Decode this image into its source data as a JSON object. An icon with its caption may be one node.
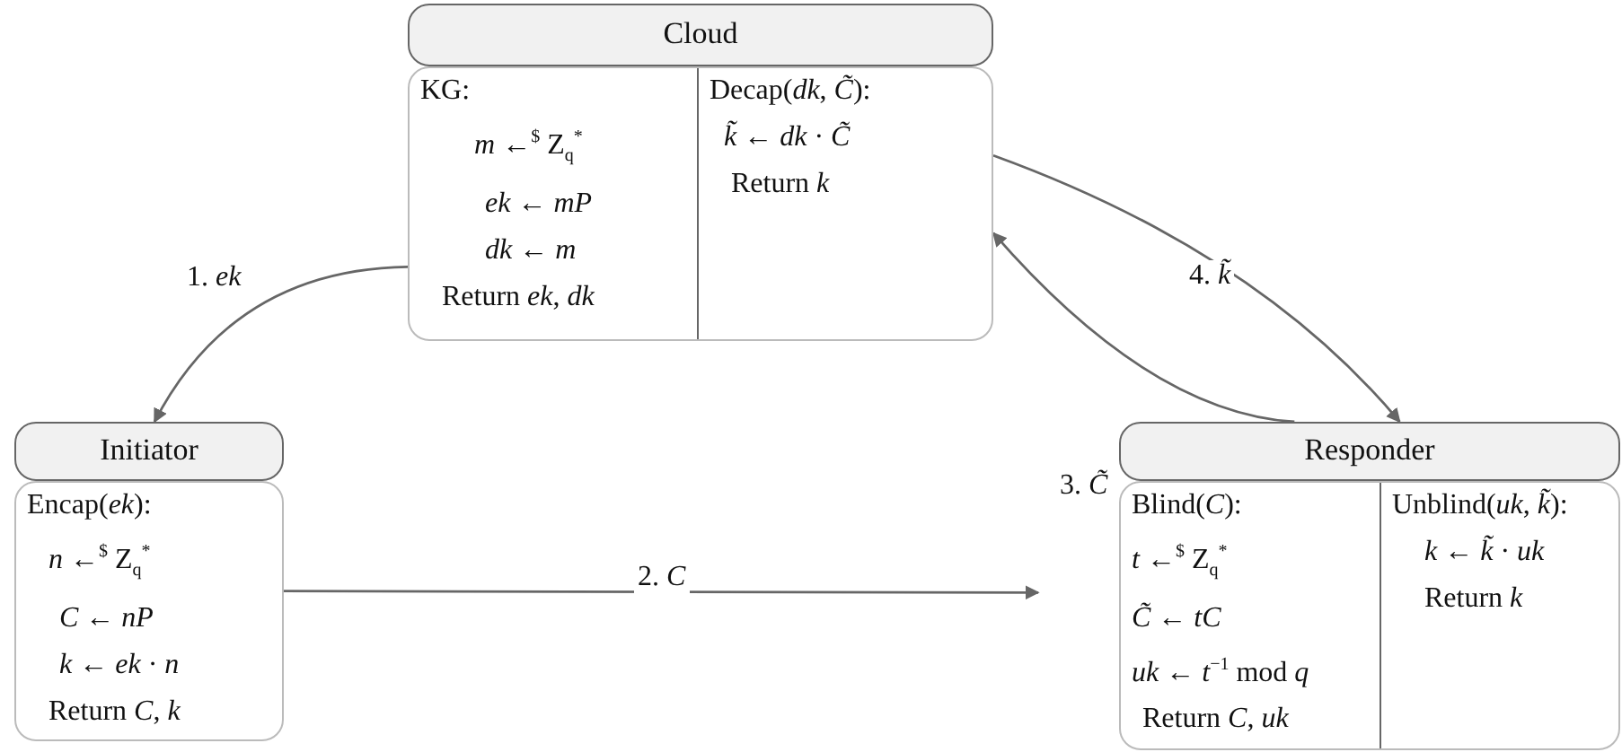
{
  "diagram": {
    "nodes": [
      {
        "text": [
          "Cloud"
        ]
      },
      {
        "text": [
          "KG:",
          "*m* ←$^{$}$ Z$_{q}$$^{*}$",
          "*ek* ← *mP*",
          "*dk* ← *m*",
          "Return *ek*, *dk*"
        ],
        "in": 0
      },
      {
        "text": [
          "Decap(*dk*, *C̃*):",
          "*k̃* ← *dk* · *C̃*",
          "Return *k*"
        ],
        "in": 0
      },
      {
        "text": [
          "Initiator"
        ]
      },
      {
        "text": [
          "Encap(*ek*):",
          "*n* ←$^{$}$ Z$_{q}$$^{*}$",
          "*C* ← *nP*",
          "*k* ← *ek* · *n*",
          "Return *C*, *k*"
        ],
        "in": 3
      },
      {
        "text": [
          "Responder"
        ]
      },
      {
        "text": [
          "Blind(*C*):",
          "*t* ←$^{$}$ Z$_{q}$$^{*}$",
          "*C̃* ← *tC*",
          "*uk* ← *t*$^{−1}$ mod *q*",
          "Return *C*, *uk*"
        ],
        "in": 5
      },
      {
        "text": [
          "Unblind(*uk*, *k̃*):",
          "*k* ← *k̃* · *uk*",
          "Return *k*"
        ],
        "in": 5
      }
    ],
    "edges": [
      {
        "from": 0,
        "to": 3,
        "arrow": "to",
        "label": "1. *ek*"
      },
      {
        "from": 3,
        "to": 5,
        "arrow": "to",
        "label": "2. *C*"
      },
      {
        "from": 5,
        "to": 0,
        "arrow": "to",
        "label": "3. *C̃*"
      },
      {
        "from": 0,
        "to": 5,
        "arrow": "to",
        "label": "4. *k̃*"
      }
    ]
  }
}
